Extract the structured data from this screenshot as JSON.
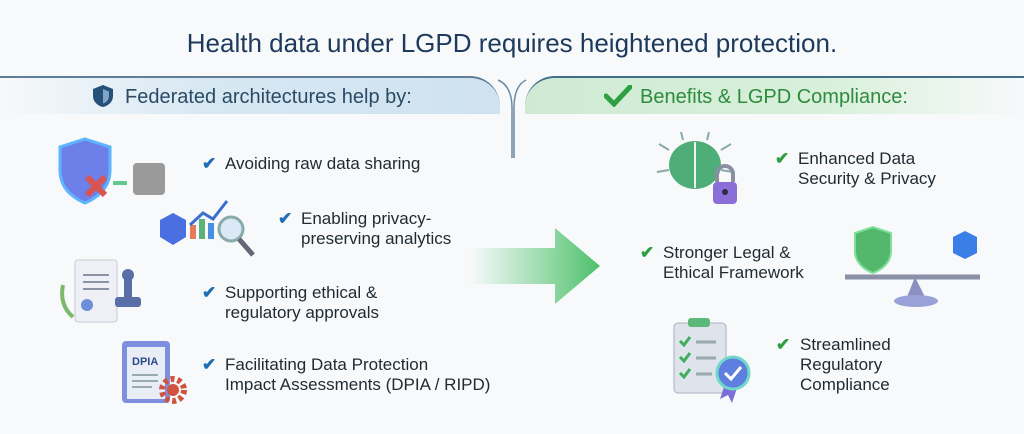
{
  "title": "Health data under LGPD requires heightened protection.",
  "left": {
    "heading": "Federated architectures help by:",
    "items": [
      {
        "lines": [
          "Avoiding raw data sharing"
        ]
      },
      {
        "lines": [
          "Enabling privacy-",
          "preserving analytics"
        ]
      },
      {
        "lines": [
          "Supporting ethical &",
          "regulatory approvals"
        ]
      },
      {
        "lines": [
          "Facilitating Data Protection",
          "Impact Assessments (DPIA / RIPD)"
        ]
      }
    ],
    "dpia_label": "DPIA"
  },
  "right": {
    "heading": "Benefits & LGPD Compliance:",
    "items": [
      {
        "lines": [
          "Enhanced Data",
          "Security & Privacy"
        ]
      },
      {
        "lines": [
          "Stronger Legal &",
          "Ethical Framework"
        ]
      },
      {
        "lines": [
          "Streamlined",
          "Regulatory",
          "Compliance"
        ]
      }
    ]
  },
  "colors": {
    "blue": "#1f6fb5",
    "green": "#2ea043",
    "title": "#1d3a5c"
  }
}
